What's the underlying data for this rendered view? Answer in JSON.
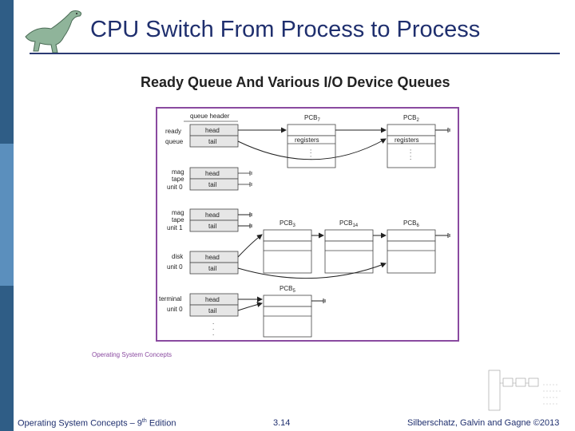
{
  "slide": {
    "title": "CPU Switch From Process to Process",
    "figure_title": "Ready Queue And Various I/O Device Queues",
    "figure_caption": "Operating System Concepts",
    "footer_left": "Operating System Concepts – 9",
    "footer_left_sup": "th",
    "footer_left_tail": " Edition",
    "footer_center": "3.14",
    "footer_right": "Silberschatz, Galvin and Gagne ©2013"
  },
  "diagram": {
    "queue_header": "queue header",
    "head": "head",
    "tail": "tail",
    "registers": "registers",
    "queues": [
      {
        "line1": "ready",
        "line2": "queue",
        "line3": ""
      },
      {
        "line1": "mag",
        "line2": "tape",
        "line3": "unit 0"
      },
      {
        "line1": "mag",
        "line2": "tape",
        "line3": "unit 1"
      },
      {
        "line1": "disk",
        "line2": "unit 0",
        "line3": ""
      },
      {
        "line1": "terminal",
        "line2": "unit 0",
        "line3": ""
      }
    ],
    "pcbs": {
      "pcb7": {
        "base": "PCB",
        "sub": "7"
      },
      "pcb2": {
        "base": "PCB",
        "sub": "2"
      },
      "pcb3": {
        "base": "PCB",
        "sub": "3"
      },
      "pcb14": {
        "base": "PCB",
        "sub": "14"
      },
      "pcb6": {
        "base": "PCB",
        "sub": "6"
      },
      "pcb5": {
        "base": "PCB",
        "sub": "5"
      }
    }
  },
  "colors": {
    "title": "#1f2f6e",
    "frame": "#8a4aa0",
    "bar_dark": "#2f5d86",
    "bar_light": "#4f82b0"
  }
}
